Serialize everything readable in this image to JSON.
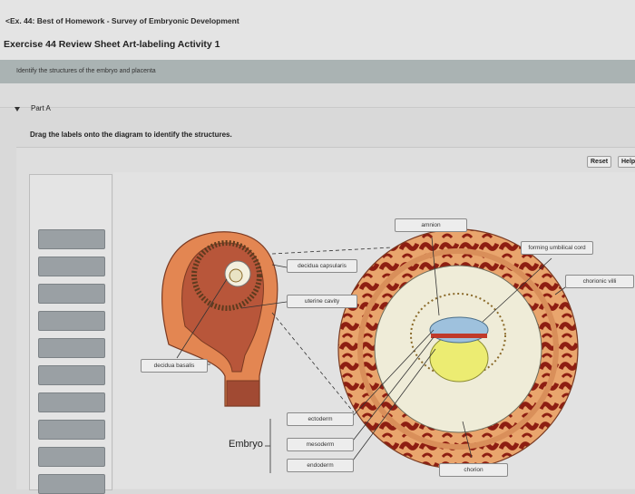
{
  "header": {
    "breadcrumb": "<Ex. 44: Best of Homework - Survey of Embryonic Development",
    "title": "Exercise 44 Review Sheet Art-labeling Activity 1"
  },
  "instructions": "Identify the structures of the embryo and placenta",
  "part": {
    "label": "Part A",
    "prompt": "Drag the labels onto the diagram to identify the structures."
  },
  "toolbar": {
    "reset_label": "Reset",
    "help_label": "Help"
  },
  "label_bank": {
    "slot_count": 10
  },
  "diagram": {
    "embryo_label": "Embryo",
    "labels": {
      "amnion": "amnion",
      "forming_umbilical_cord": "forming umbilical cord",
      "chorionic_villi": "chorionic villi",
      "decidua_capsularis": "decidua capsularis",
      "uterine_cavity": "uterine cavity",
      "decidua_basalis": "decidua basalis",
      "ectoderm": "ectoderm",
      "mesoderm": "mesoderm",
      "endoderm": "endoderm",
      "chorion": "chorion"
    }
  }
}
